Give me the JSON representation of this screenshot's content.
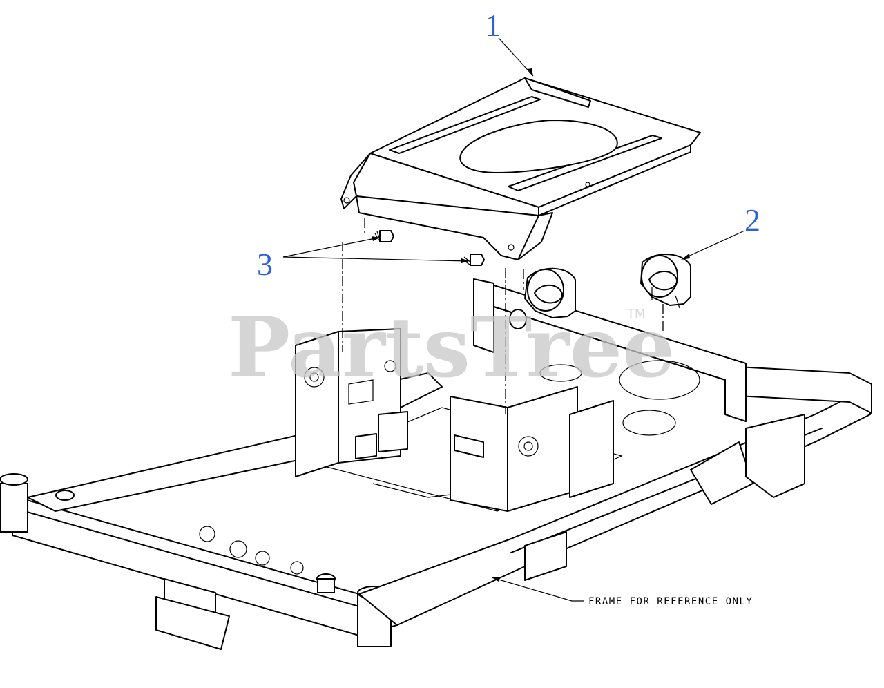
{
  "callouts": {
    "seat_pan": "1",
    "bumper": "2",
    "bolts": "3"
  },
  "reference_note": "FRAME FOR REFERENCE ONLY",
  "watermark": {
    "text": "PartsTree",
    "trademark": "TM"
  },
  "colors": {
    "callout": "#2e5fd6",
    "line": "#000000",
    "watermark": "#c8c8c8",
    "background": "#ffffff"
  }
}
